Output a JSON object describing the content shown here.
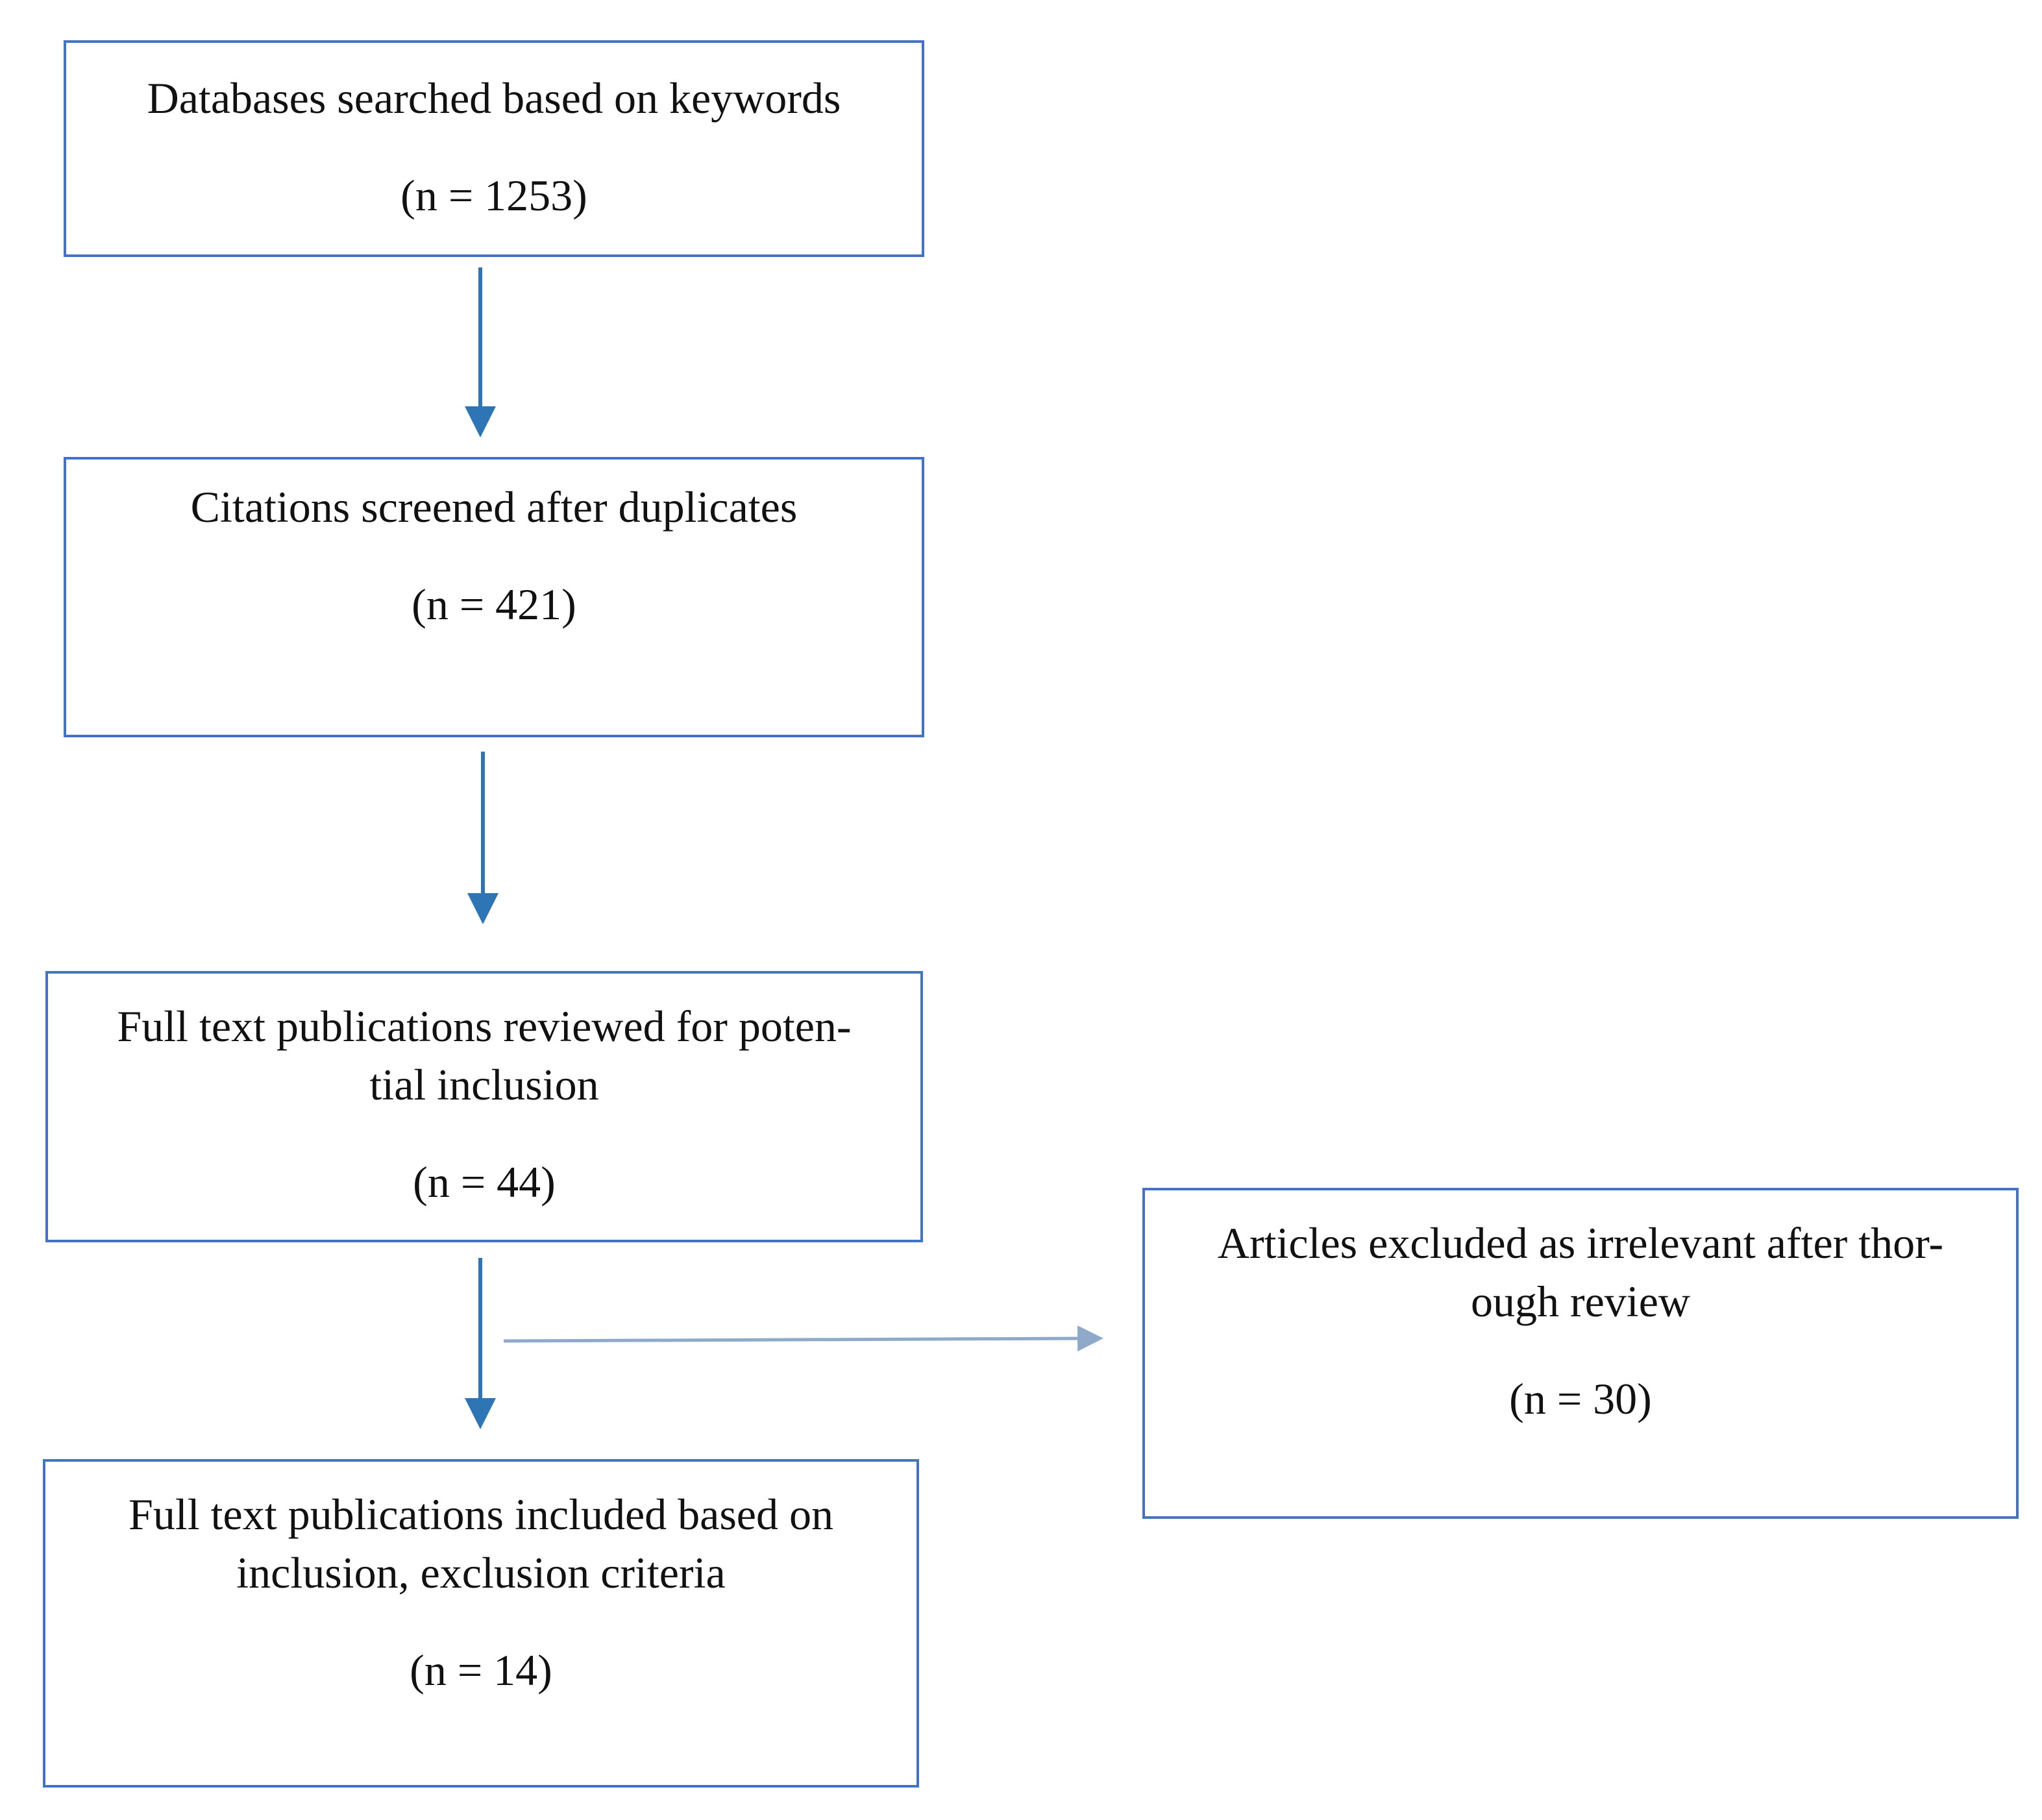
{
  "diagram": {
    "boxes": [
      {
        "label": "Databases searched based on keywords",
        "count": "(n = 1253)"
      },
      {
        "label": "Citations screened after duplicates",
        "count": "(n = 421)"
      },
      {
        "label": "Full text publications reviewed for poten-\ntial inclusion",
        "count": "(n = 44)"
      },
      {
        "label": "Full text publications included based on\ninclusion, exclusion criteria",
        "count": "(n = 14)"
      },
      {
        "label": "Articles excluded as irrelevant after thor-\nough review",
        "count": "(n = 30)"
      }
    ],
    "colors": {
      "border": "#4472c4",
      "main_arrow": "#2e75b6",
      "side_arrow": "#8ea9c9"
    }
  }
}
